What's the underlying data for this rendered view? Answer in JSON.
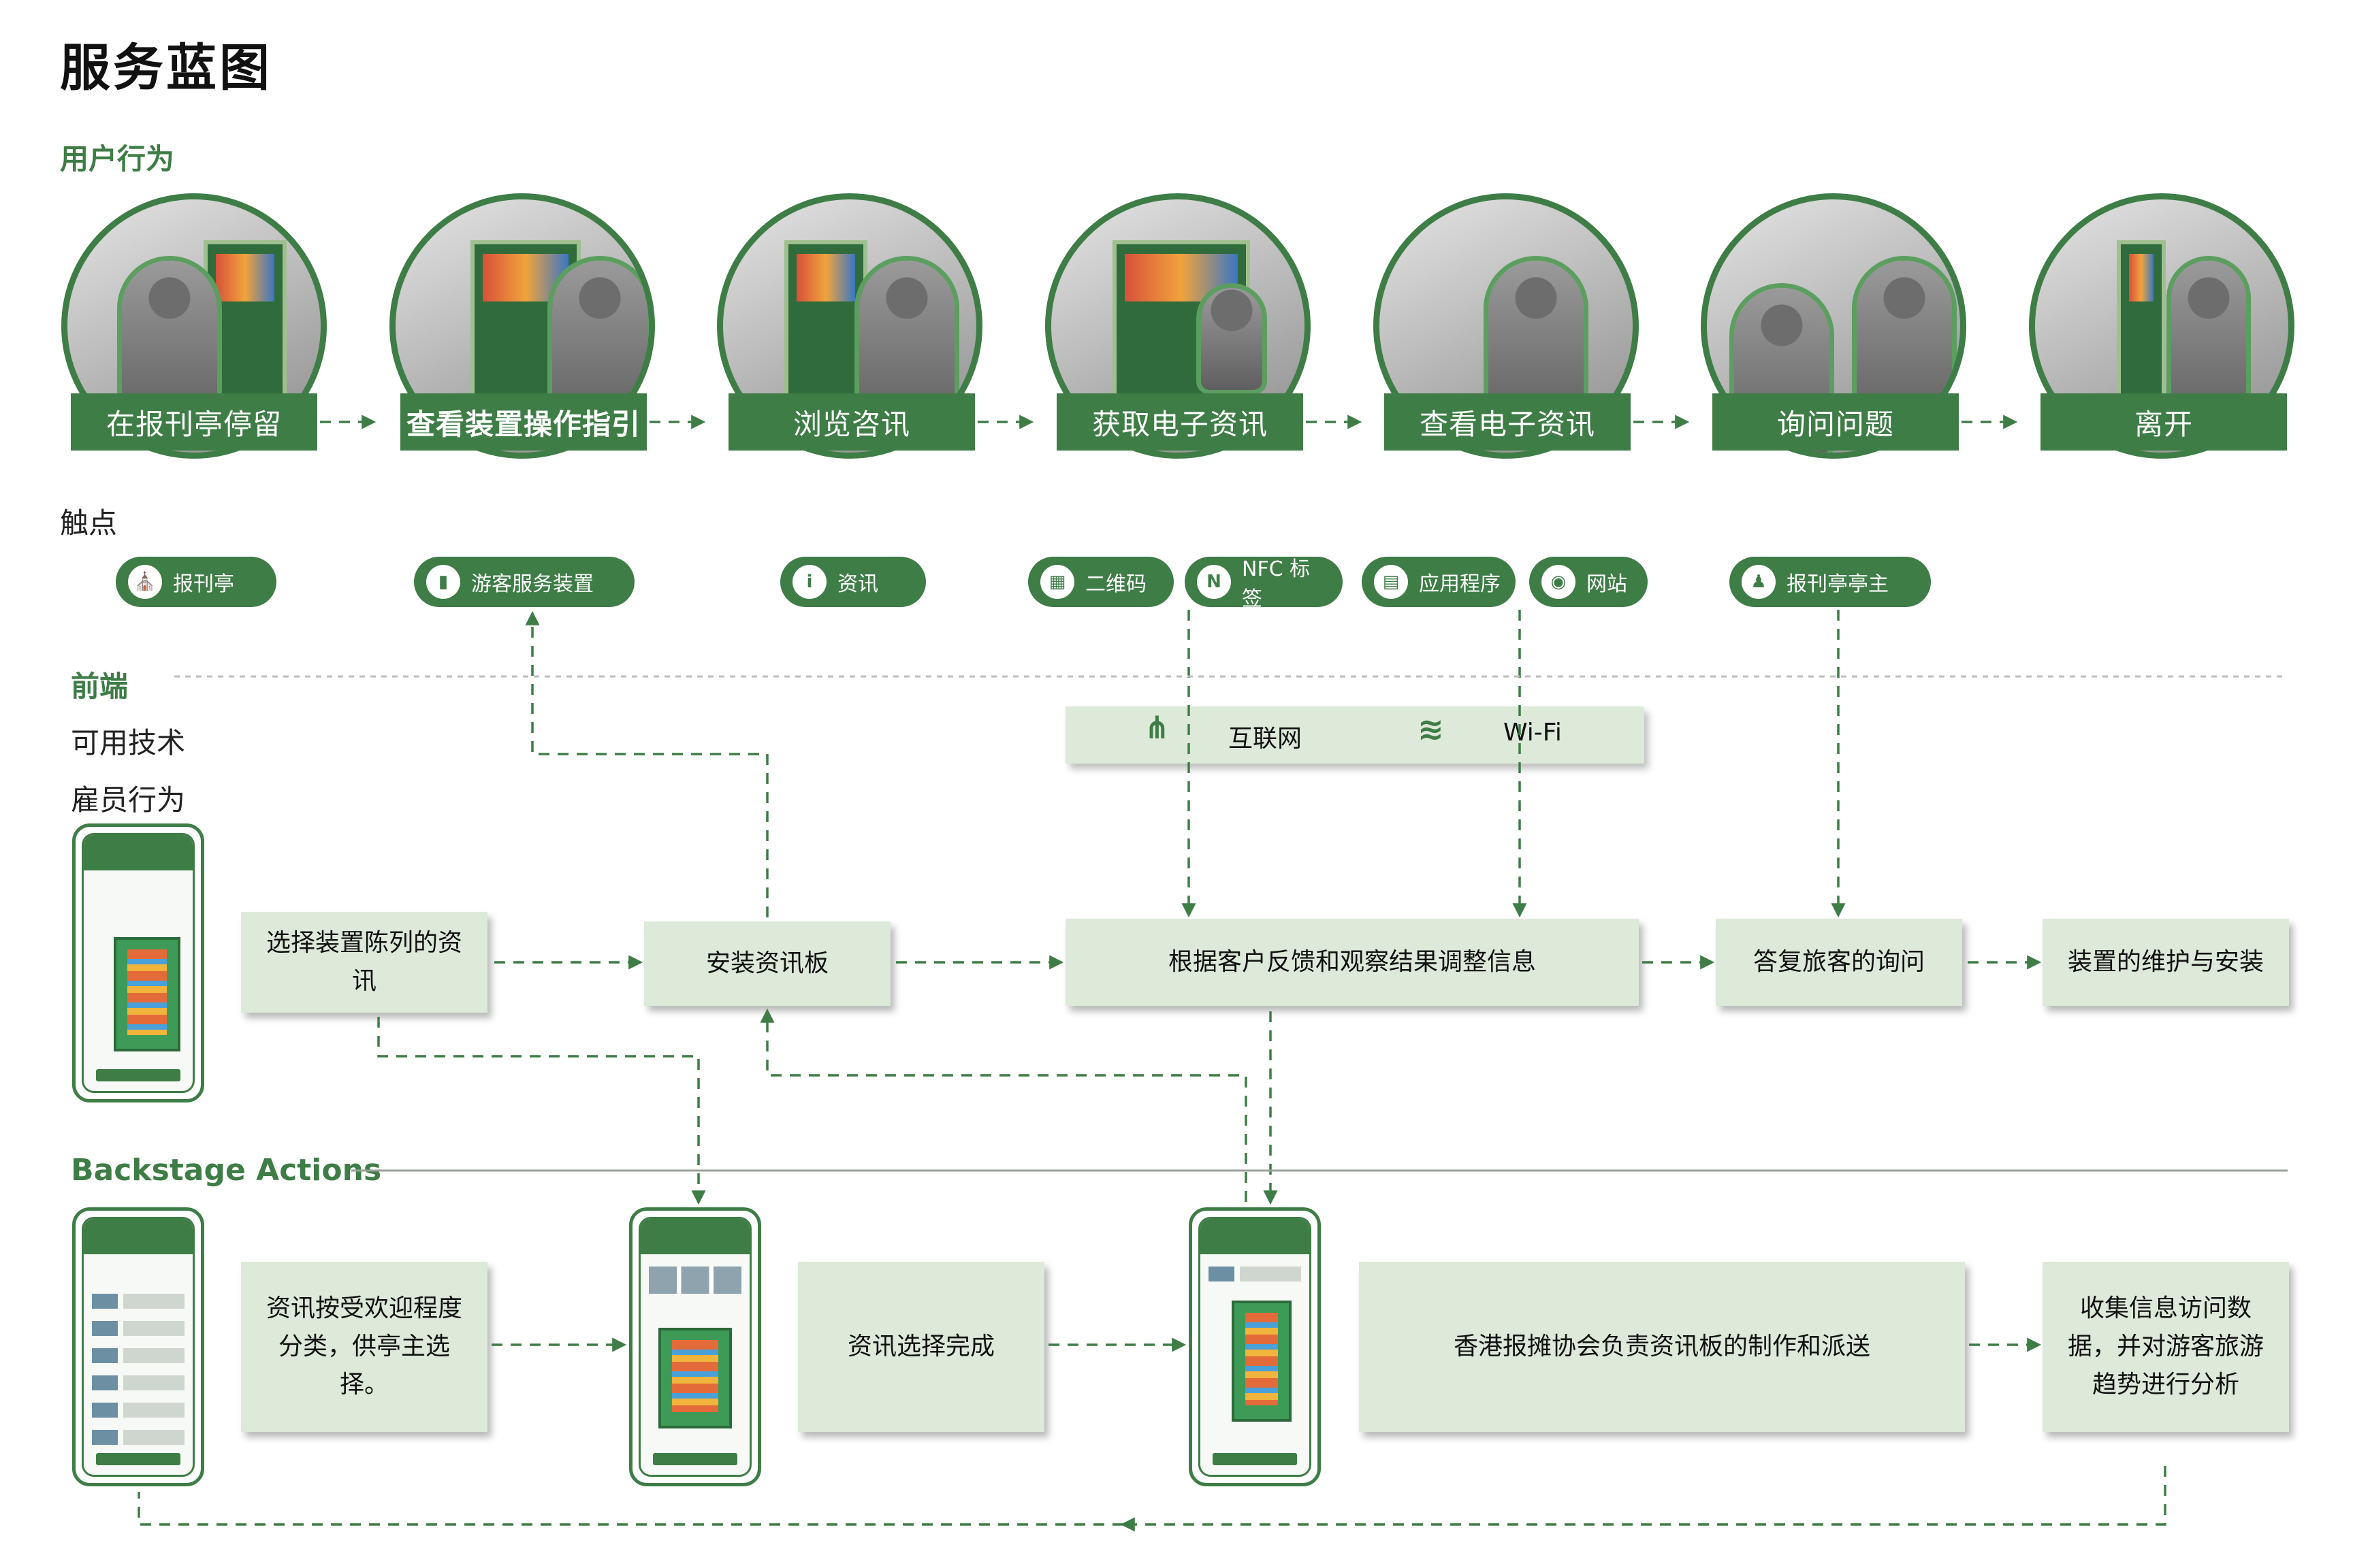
{
  "title": "服务蓝图",
  "sections": {
    "user_actions": "用户行为",
    "touchpoints": "触点",
    "frontstage": "前端",
    "tech": "可用技术",
    "staff": "雇员行为",
    "backstage": "Backstage Actions"
  },
  "steps": [
    {
      "label": "在报刊亭停留"
    },
    {
      "label": "查看装置操作指引"
    },
    {
      "label": "浏览咨讯"
    },
    {
      "label": "获取电子资讯"
    },
    {
      "label": "查看电子资讯"
    },
    {
      "label": "询问问题"
    },
    {
      "label": "离开"
    }
  ],
  "touchpoints": [
    {
      "label": "报刊亭",
      "icon": "kiosk-icon"
    },
    {
      "label": "游客服务装置",
      "icon": "device-icon"
    },
    {
      "label": "资讯",
      "icon": "info-icon"
    },
    {
      "label": "二维码",
      "icon": "qrcode-icon"
    },
    {
      "label": "NFC 标签",
      "icon": "nfc-icon"
    },
    {
      "label": "应用程序",
      "icon": "app-icon"
    },
    {
      "label": "网站",
      "icon": "browser-icon"
    },
    {
      "label": "报刊亭亭主",
      "icon": "owner-icon"
    }
  ],
  "tech": [
    {
      "label": "互联网",
      "icon": "antenna-icon"
    },
    {
      "label": "Wi-Fi",
      "icon": "router-icon"
    }
  ],
  "staff_boxes": [
    {
      "label": "选择装置陈列的资讯"
    },
    {
      "label": "安装资讯板"
    },
    {
      "label": "根据客户反馈和观察结果调整信息"
    },
    {
      "label": "答复旅客的询问"
    },
    {
      "label": "装置的维护与安装"
    }
  ],
  "backstage_boxes": [
    {
      "label": "资讯按受欢迎程度分类，供亭主选择。"
    },
    {
      "label": "资讯选择完成"
    },
    {
      "label": "香港报摊协会负责资讯板的制作和派送"
    },
    {
      "label": "收集信息访问数据，并对游客旅游趋势进行分析"
    }
  ],
  "colors": {
    "accent": "#3e7d46",
    "box": "#dde9d9"
  }
}
